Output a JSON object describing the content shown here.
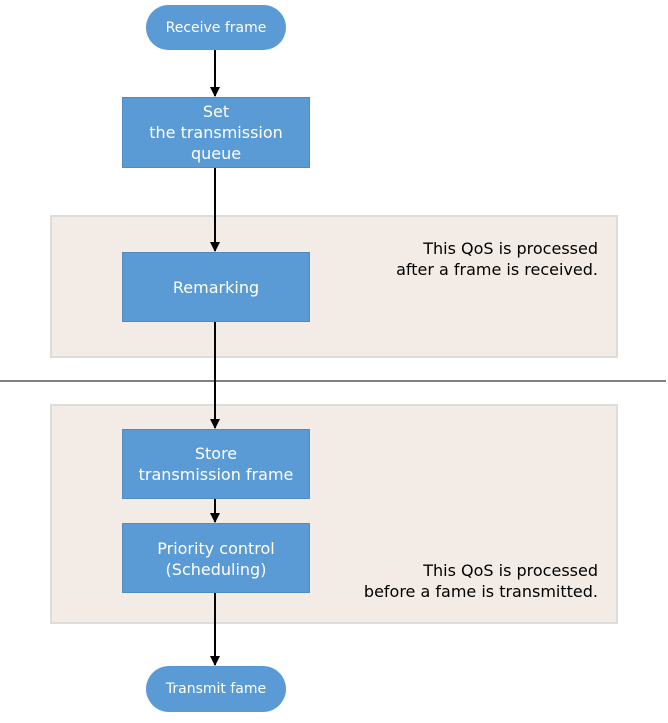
{
  "nodes": {
    "receive_frame": "Receive frame",
    "set_queue": "Set\nthe transmission\nqueue",
    "remarking": "Remarking",
    "store_frame": "Store\ntransmission frame",
    "priority_control": "Priority control\n(Scheduling)",
    "transmit_frame": "Transmit fame"
  },
  "notes": {
    "after_received": "This QoS is processed\nafter a frame is received.",
    "before_transmitted": "This QoS is processed\nbefore a fame is transmitted."
  },
  "colors": {
    "box_fill": "#5b9bd5",
    "region_fill": "#f3ebe5",
    "divider": "#808080",
    "arrow": "#000000"
  }
}
